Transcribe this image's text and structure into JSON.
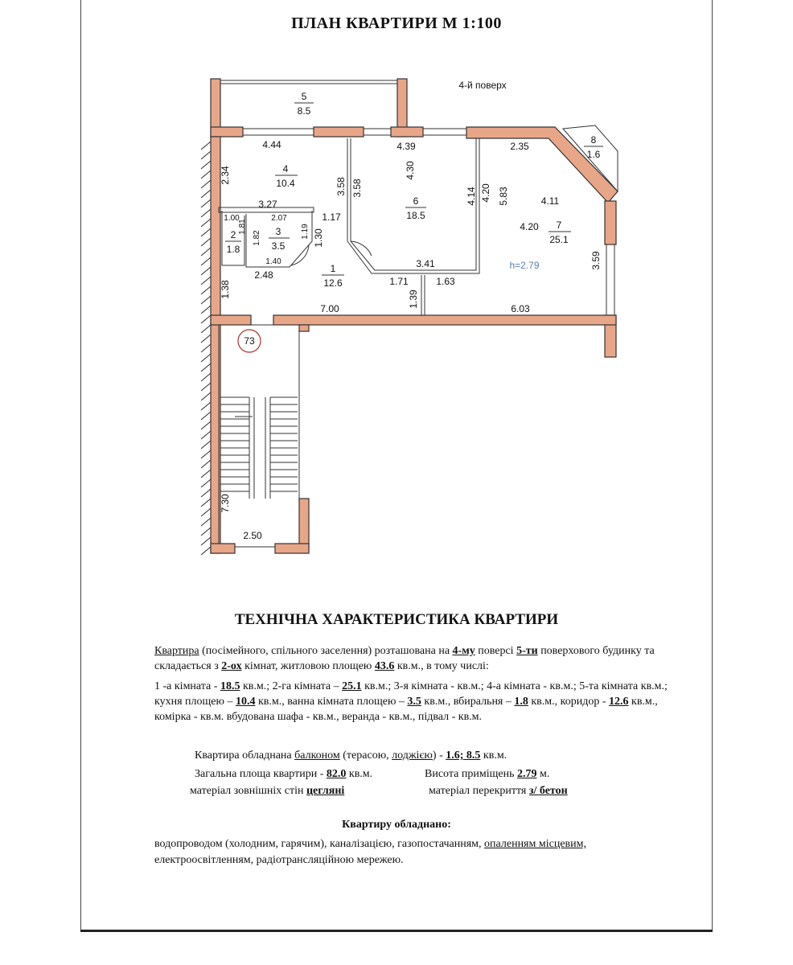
{
  "plan": {
    "title": "ПЛАН КВАРТИРИ М 1:100",
    "floor": "4-й поверх",
    "ceiling": "h=2.79",
    "stamp": "73",
    "rooms": [
      {
        "num": "5",
        "area": "8.5"
      },
      {
        "num": "4",
        "area": "10.4"
      },
      {
        "num": "6",
        "area": "18.5"
      },
      {
        "num": "8",
        "area": "1.6"
      },
      {
        "num": "7",
        "area": "25.1"
      },
      {
        "num": "3",
        "area": "3.5"
      },
      {
        "num": "2",
        "area": "1.8"
      },
      {
        "num": "1",
        "area": "12.6"
      }
    ],
    "dims": [
      "4.44",
      "4.39",
      "2.35",
      "2.34",
      "3.58",
      "3.58",
      "4.30",
      "4.14",
      "4.20",
      "5.83",
      "4.11",
      "4.20",
      "3.27",
      "2.07",
      "1.00",
      "1.81",
      "1.82",
      "1.19",
      "1.30",
      "1.17",
      "1.40",
      "2.48",
      "3.41",
      "1.71",
      "1.63",
      "1.39",
      "1.38",
      "7.00",
      "6.03",
      "3.59",
      "7.30",
      "2.50"
    ]
  },
  "tech": {
    "title": "ТЕХНІЧНА ХАРАКТЕРИСТИКА КВАРТИРИ",
    "p1": {
      "a": "Квартира",
      "b": " (посімейного, спільного заселення) розташована на ",
      "c": "4-му",
      "d": " поверсі ",
      "e": "5-ти",
      "f": " поверхового будинку та складається з ",
      "g": "2-ох",
      "h": " кімнат, житловою площею ",
      "i": "43.6",
      "j": " кв.м., в тому числі:"
    },
    "p2": {
      "a": "1 -а кімната - ",
      "b": "18.5",
      "c": " кв.м.; 2-га кімната – ",
      "d": "25.1",
      "e": "  кв.м.; 3-я кімната - кв.м.; 4-а кімната - кв.м.; 5-та кімната кв.м.; кухня площею – ",
      "f": "10.4",
      "g": " кв.м., ванна кімната  площею – ",
      "h": "3.5",
      "i": " кв.м., вбиральня – ",
      "j": "1.8",
      "k": " кв.м., коридор - ",
      "l": "12.6",
      "m": " кв.м., комірка -  кв.м. вбудована шафа - кв.м., веранда -  кв.м., підвал - кв.м."
    },
    "l3": {
      "a": "Квартира обладнана ",
      "b": "балконом",
      "c": " (терасою, ",
      "d": "лоджією",
      "e": ") - ",
      "f": "1.6; 8.5",
      "g": " кв.м."
    },
    "l4a": {
      "a": "Загальна площа квартири - ",
      "b": "82.0",
      "c": " кв.м."
    },
    "l4b": {
      "a": "Висота приміщень ",
      "b": "2.79",
      "c": " м."
    },
    "l5a": {
      "a": "матеріал зовнішніх стін ",
      "b": "цегляні"
    },
    "l5b": {
      "a": "матеріал перекриття  ",
      "b": "з/ бетон"
    },
    "equip_title": "Квартиру обладнано:",
    "equip": {
      "a": "водопроводом (холодним, гарячим), каналізацією, газопостачанням, ",
      "b": "опаленням місцевим,",
      "c": "електроосвітленням, радіотрансляційною мережею."
    }
  }
}
